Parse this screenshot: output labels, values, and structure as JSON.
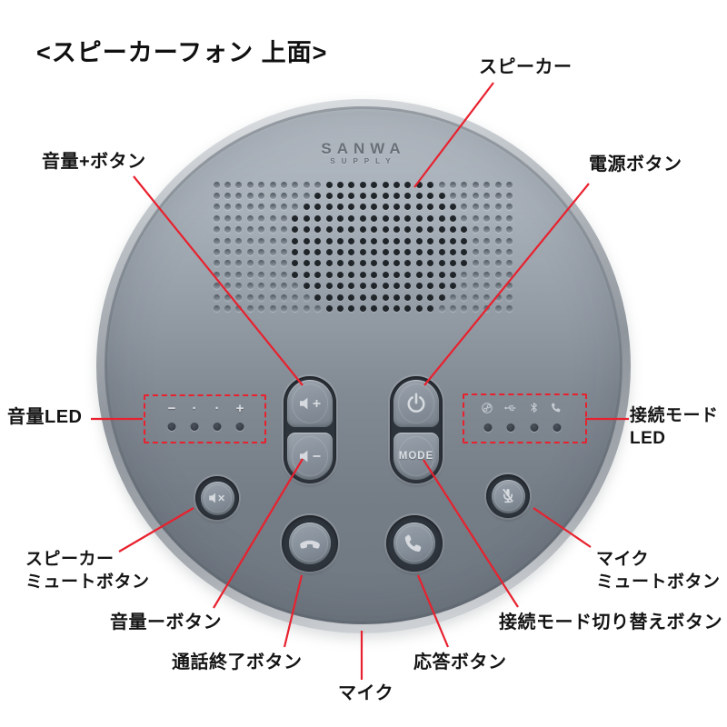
{
  "title": "<スピーカーフォン 上面>",
  "colors": {
    "annotation_red": "#e8212e",
    "device_face": "#828a94",
    "device_rim": "#c0c5ca"
  },
  "device": {
    "brand": {
      "line1": "SANWA",
      "line2": "SUPPLY"
    },
    "controls": {
      "volume_up": {
        "icon": "speaker-plus-icon"
      },
      "volume_down": {
        "icon": "speaker-minus-icon"
      },
      "power": {
        "icon": "power-icon"
      },
      "mode": {
        "label": "MODE"
      },
      "speaker_mute": {
        "icon": "speaker-mute-icon"
      },
      "mic_mute": {
        "icon": "mic-mute-icon"
      },
      "call_end": {
        "icon": "handset-down-icon"
      },
      "answer": {
        "icon": "handset-icon"
      }
    },
    "volume_led": {
      "symbols": [
        "−",
        "·",
        "·",
        "+"
      ],
      "led_count": 4
    },
    "connection_led": {
      "icons": [
        "dongle-link-icon",
        "usb-icon",
        "bluetooth-icon",
        "phone-icon"
      ],
      "led_count": 4
    }
  },
  "annotations": {
    "speaker": "スピーカー",
    "volume_up": "音量+ボタン",
    "power": "電源ボタン",
    "volume_led": "音量LED",
    "connection_led": {
      "line1": "接続モード",
      "line2": "LED"
    },
    "speaker_mute": {
      "line1": "スピーカー",
      "line2": "ミュートボタン"
    },
    "volume_down": "音量ーボタン",
    "call_end": "通話終了ボタン",
    "mic": "マイク",
    "answer": "応答ボタン",
    "mode_switch": "接続モード切り替えボタン",
    "mic_mute": {
      "line1": "マイク",
      "line2": "ミュートボタン"
    }
  }
}
